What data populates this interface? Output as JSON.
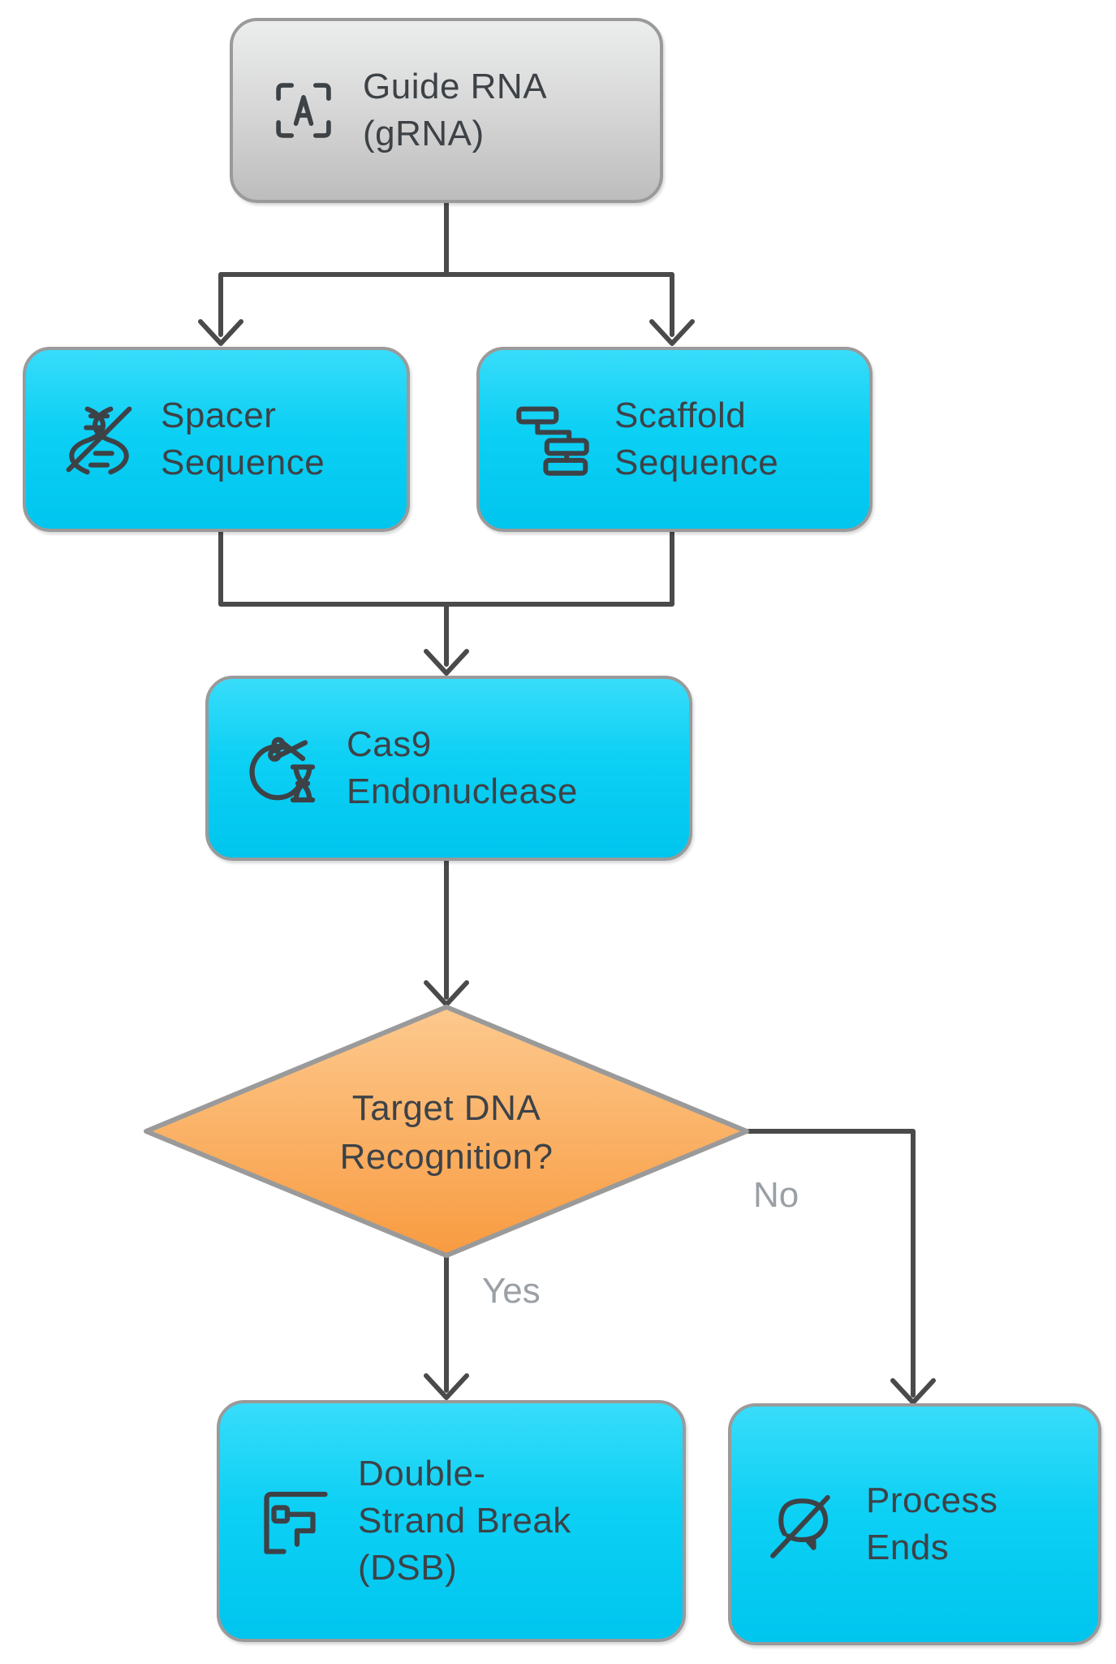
{
  "diagram": {
    "type": "flowchart",
    "nodes": {
      "guide": {
        "label": "Guide RNA\n(gRNA)",
        "icon": "scan-text-icon",
        "shape": "rounded-rect",
        "fill": "gray"
      },
      "spacer": {
        "label": "Spacer\nSequence",
        "icon": "dna-off-icon",
        "shape": "rounded-rect",
        "fill": "cyan"
      },
      "scaffold": {
        "label": "Scaffold\nSequence",
        "icon": "hierarchy-icon",
        "shape": "rounded-rect",
        "fill": "cyan"
      },
      "cas9": {
        "label": "Cas9\nEndonuclease",
        "icon": "scissors-dna-icon",
        "shape": "rounded-rect",
        "fill": "cyan"
      },
      "decision": {
        "label": "Target DNA\nRecognition?",
        "shape": "diamond",
        "fill": "orange"
      },
      "dsb": {
        "label": "Double-\nStrand Break\n(DSB)",
        "icon": "corner-frame-icon",
        "shape": "rounded-rect",
        "fill": "cyan"
      },
      "process_ends": {
        "label": "Process\nEnds",
        "icon": "message-off-icon",
        "shape": "rounded-rect",
        "fill": "cyan"
      }
    },
    "edges": {
      "yes_label": "Yes",
      "no_label": "No"
    },
    "colors": {
      "cyan_fill_top": "#38dcfa",
      "cyan_fill_bottom": "#00c5ee",
      "gray_fill_top": "#eceded",
      "gray_fill_bottom": "#bdbdbd",
      "orange_fill_top": "#fdc98e",
      "orange_fill_bottom": "#f89b40",
      "node_border": "#9a9a9a",
      "edge_line": "#4a4a4a",
      "node_text": "#3d4247",
      "edge_label_text": "#9aa0a5"
    }
  }
}
